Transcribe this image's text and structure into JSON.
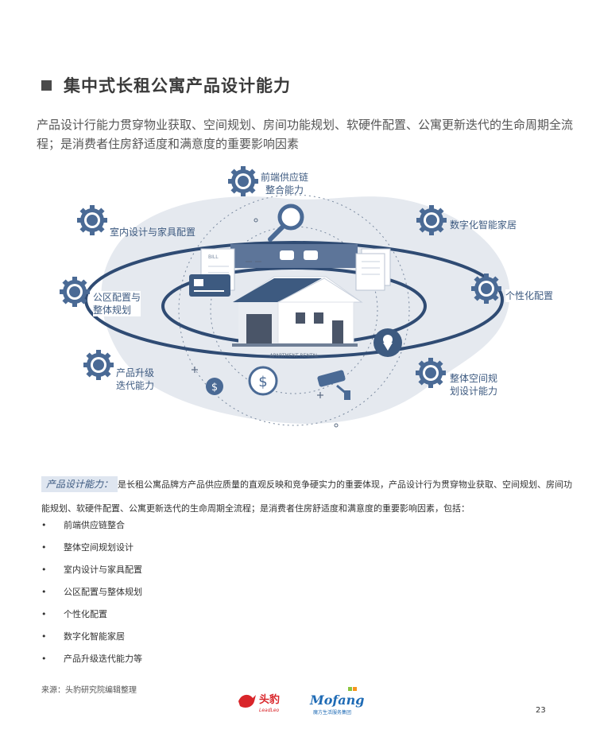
{
  "title": "集中式长租公寓产品设计能力",
  "subtitle": "产品设计行能力贯穿物业获取、空间规划、房间功能规划、软硬件配置、公寓更新迭代的生命周期全流程；是消费者住房舒适度和满意度的重要影响因素",
  "diagram": {
    "labels": {
      "supply_chain": "前端供应链\n整合能力",
      "interior": "室内设计与家具配置",
      "smart_home": "数字化智能家居",
      "public_area": "公区配置与\n整体规划",
      "personalization": "个性化配置",
      "iteration": "产品升级\n迭代能力",
      "space_planning": "整体空间规\n划设计能力"
    },
    "house_caption": "APARTMENT RENTAL",
    "bill_label": "BILL",
    "colors": {
      "accent": "#3d5a80",
      "blob": "#e3e7ed",
      "ring": "#2f4b73"
    }
  },
  "description": {
    "highlight": "产品设计能力：",
    "text": "是长租公寓品牌方产品供应质量的直观反映和竞争硬实力的重要体现，产品设计行为贯穿物业获取、空间规划、房间功能规划、软硬件配置、公寓更新迭代的生命周期全流程；是消费者住房舒适度和满意度的重要影响因素，包括："
  },
  "bullets": [
    "前端供应链整合",
    "整体空间规划设计",
    "室内设计与家具配置",
    "公区配置与整体规划",
    "个性化配置",
    "数字化智能家居",
    "产品升级迭代能力等"
  ],
  "bullet_glyph": "•",
  "source": "来源：头豹研究院编辑整理",
  "logo_leadleo": {
    "name": "头豹",
    "sub": "LeadLeo"
  },
  "logo_mofang": {
    "name": "Mofang",
    "sub": "魔方生活服务集团"
  },
  "page_number": "23"
}
